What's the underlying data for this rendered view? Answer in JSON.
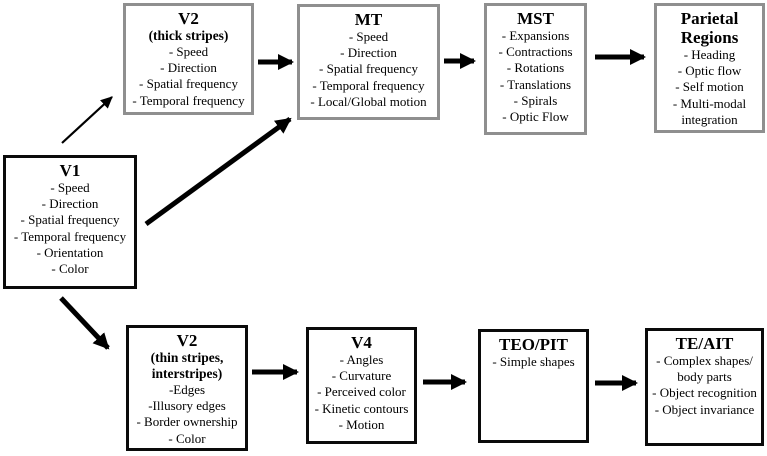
{
  "figure": {
    "background": "#ffffff",
    "colors": {
      "dorsal_box_border": "#8f8f8f",
      "ventral_box_border": "#000000",
      "arrow": "#000000",
      "text": "#000000"
    },
    "boxes": [
      {
        "id": "v1",
        "title": "V1",
        "items": [
          "- Speed",
          "- Direction",
          "- Spatial frequency",
          "- Temporal frequency",
          "- Orientation",
          "- Color"
        ]
      },
      {
        "id": "v2-thick",
        "title": "V2",
        "subtitle": "(thick stripes)",
        "items": [
          "- Speed",
          "- Direction",
          "- Spatial frequency",
          "- Temporal frequency"
        ]
      },
      {
        "id": "mt",
        "title": "MT",
        "items": [
          "- Speed",
          "- Direction",
          "- Spatial frequency",
          "- Temporal frequency",
          "- Local/Global motion"
        ]
      },
      {
        "id": "mst",
        "title": "MST",
        "items": [
          "- Expansions",
          "- Contractions",
          "- Rotations",
          "- Translations",
          "- Spirals",
          "- Optic Flow"
        ]
      },
      {
        "id": "parietal",
        "title": "Parietal Regions",
        "items": [
          "- Heading",
          "- Optic flow",
          "- Self motion",
          "- Multi-modal integration"
        ]
      },
      {
        "id": "v2-thin",
        "title": "V2",
        "subtitle": "(thin stripes, interstripes)",
        "items": [
          "-Edges",
          "-Illusory edges",
          "- Border ownership",
          "- Color"
        ]
      },
      {
        "id": "v4",
        "title": "V4",
        "items": [
          "- Angles",
          "- Curvature",
          "- Perceived color",
          "- Kinetic contours",
          "- Motion"
        ]
      },
      {
        "id": "teo-pit",
        "title": "TEO/PIT",
        "items": [
          "- Simple shapes"
        ]
      },
      {
        "id": "te-ait",
        "title": "TE/AIT",
        "items": [
          "- Complex shapes/ body parts",
          "- Object recognition",
          "- Object invariance"
        ]
      }
    ],
    "connections": [
      {
        "from": "v1",
        "to": "v2-thick",
        "style": "thin"
      },
      {
        "from": "v1",
        "to": "mt",
        "style": "thick"
      },
      {
        "from": "v1",
        "to": "v2-thin",
        "style": "thick"
      },
      {
        "from": "v2-thick",
        "to": "mt",
        "style": "thick"
      },
      {
        "from": "mt",
        "to": "mst",
        "style": "thick"
      },
      {
        "from": "mst",
        "to": "parietal",
        "style": "thick"
      },
      {
        "from": "v2-thin",
        "to": "v4",
        "style": "thick"
      },
      {
        "from": "v4",
        "to": "teo-pit",
        "style": "thick"
      },
      {
        "from": "teo-pit",
        "to": "te-ait",
        "style": "thick"
      }
    ]
  }
}
